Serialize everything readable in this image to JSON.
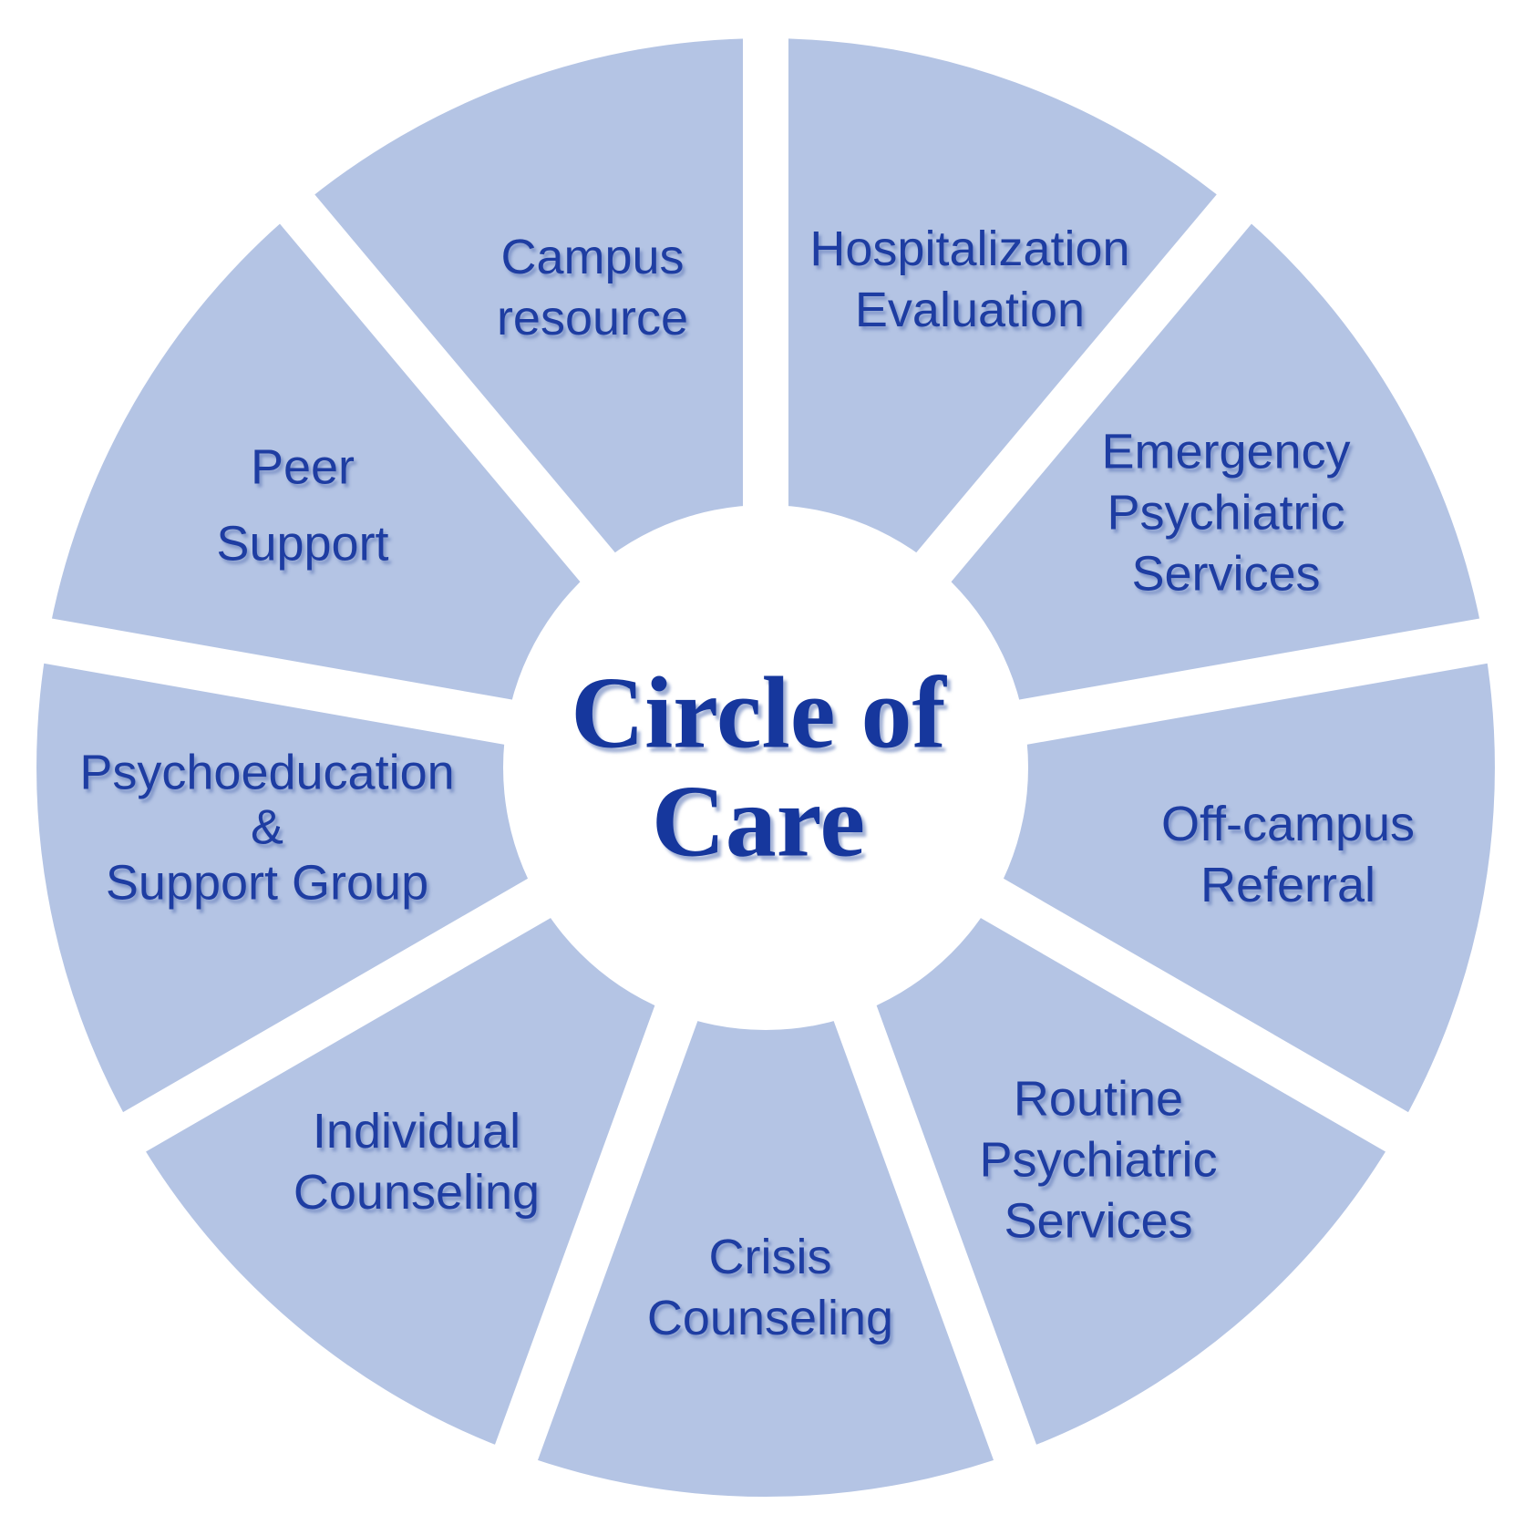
{
  "title": {
    "lines": [
      "Circle of",
      "Care"
    ]
  },
  "colors": {
    "segment_fill": "#b4c4e4",
    "label_text": "#1e3da2",
    "title_text": "#16379d",
    "divider": "#ffffff",
    "background": "#ffffff"
  },
  "segments": [
    {
      "id": "hospitalization-evaluation",
      "lines": [
        "Hospitalization",
        "Evaluation"
      ]
    },
    {
      "id": "emergency-psychiatric-services",
      "lines": [
        "Emergency",
        "Psychiatric",
        "Services"
      ]
    },
    {
      "id": "off-campus-referral",
      "lines": [
        "Off-campus",
        "Referral"
      ]
    },
    {
      "id": "routine-psychiatric-services",
      "lines": [
        "Routine",
        "Psychiatric",
        "Services"
      ]
    },
    {
      "id": "crisis-counseling",
      "lines": [
        "Crisis",
        "Counseling"
      ]
    },
    {
      "id": "individual-counseling",
      "lines": [
        "Individual",
        "Counseling"
      ]
    },
    {
      "id": "psychoeducation-support-group",
      "lines": [
        "Psychoeducation",
        "&",
        "Support Group"
      ]
    },
    {
      "id": "peer-support",
      "lines": [
        "Peer",
        "Support"
      ]
    },
    {
      "id": "campus-resource",
      "lines": [
        "Campus",
        "resource"
      ]
    }
  ]
}
